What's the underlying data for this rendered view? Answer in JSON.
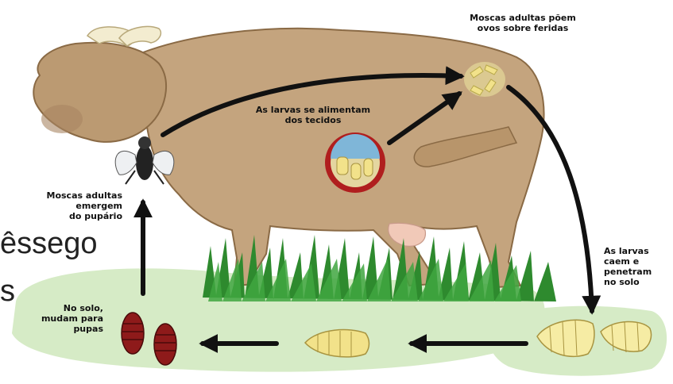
{
  "labels": {
    "adults_lay_eggs": [
      "Moscas adultas põem",
      "ovos sobre feridas"
    ],
    "larvae_feed": [
      "As larvas se alimentam",
      "dos tecidos"
    ],
    "adults_emerge": [
      "Moscas adultas",
      "emergem",
      "do pupário"
    ],
    "larvae_fall": [
      "As larvas",
      "caem e",
      "penetram",
      "no solo"
    ],
    "pupate": [
      "No solo,",
      "mudam para",
      "pupas"
    ]
  },
  "partial_text": {
    "word": "êssego",
    "char": "s"
  },
  "colors": {
    "cow_body": "#c4a47e",
    "cow_outline": "#8a6a45",
    "grass": "#2e8a2e",
    "ground": "#d8ecc8",
    "larva": "#f2e28a",
    "pupa": "#8e1a1a",
    "arrow": "#111111",
    "wound_ring": "#b01e1e"
  }
}
